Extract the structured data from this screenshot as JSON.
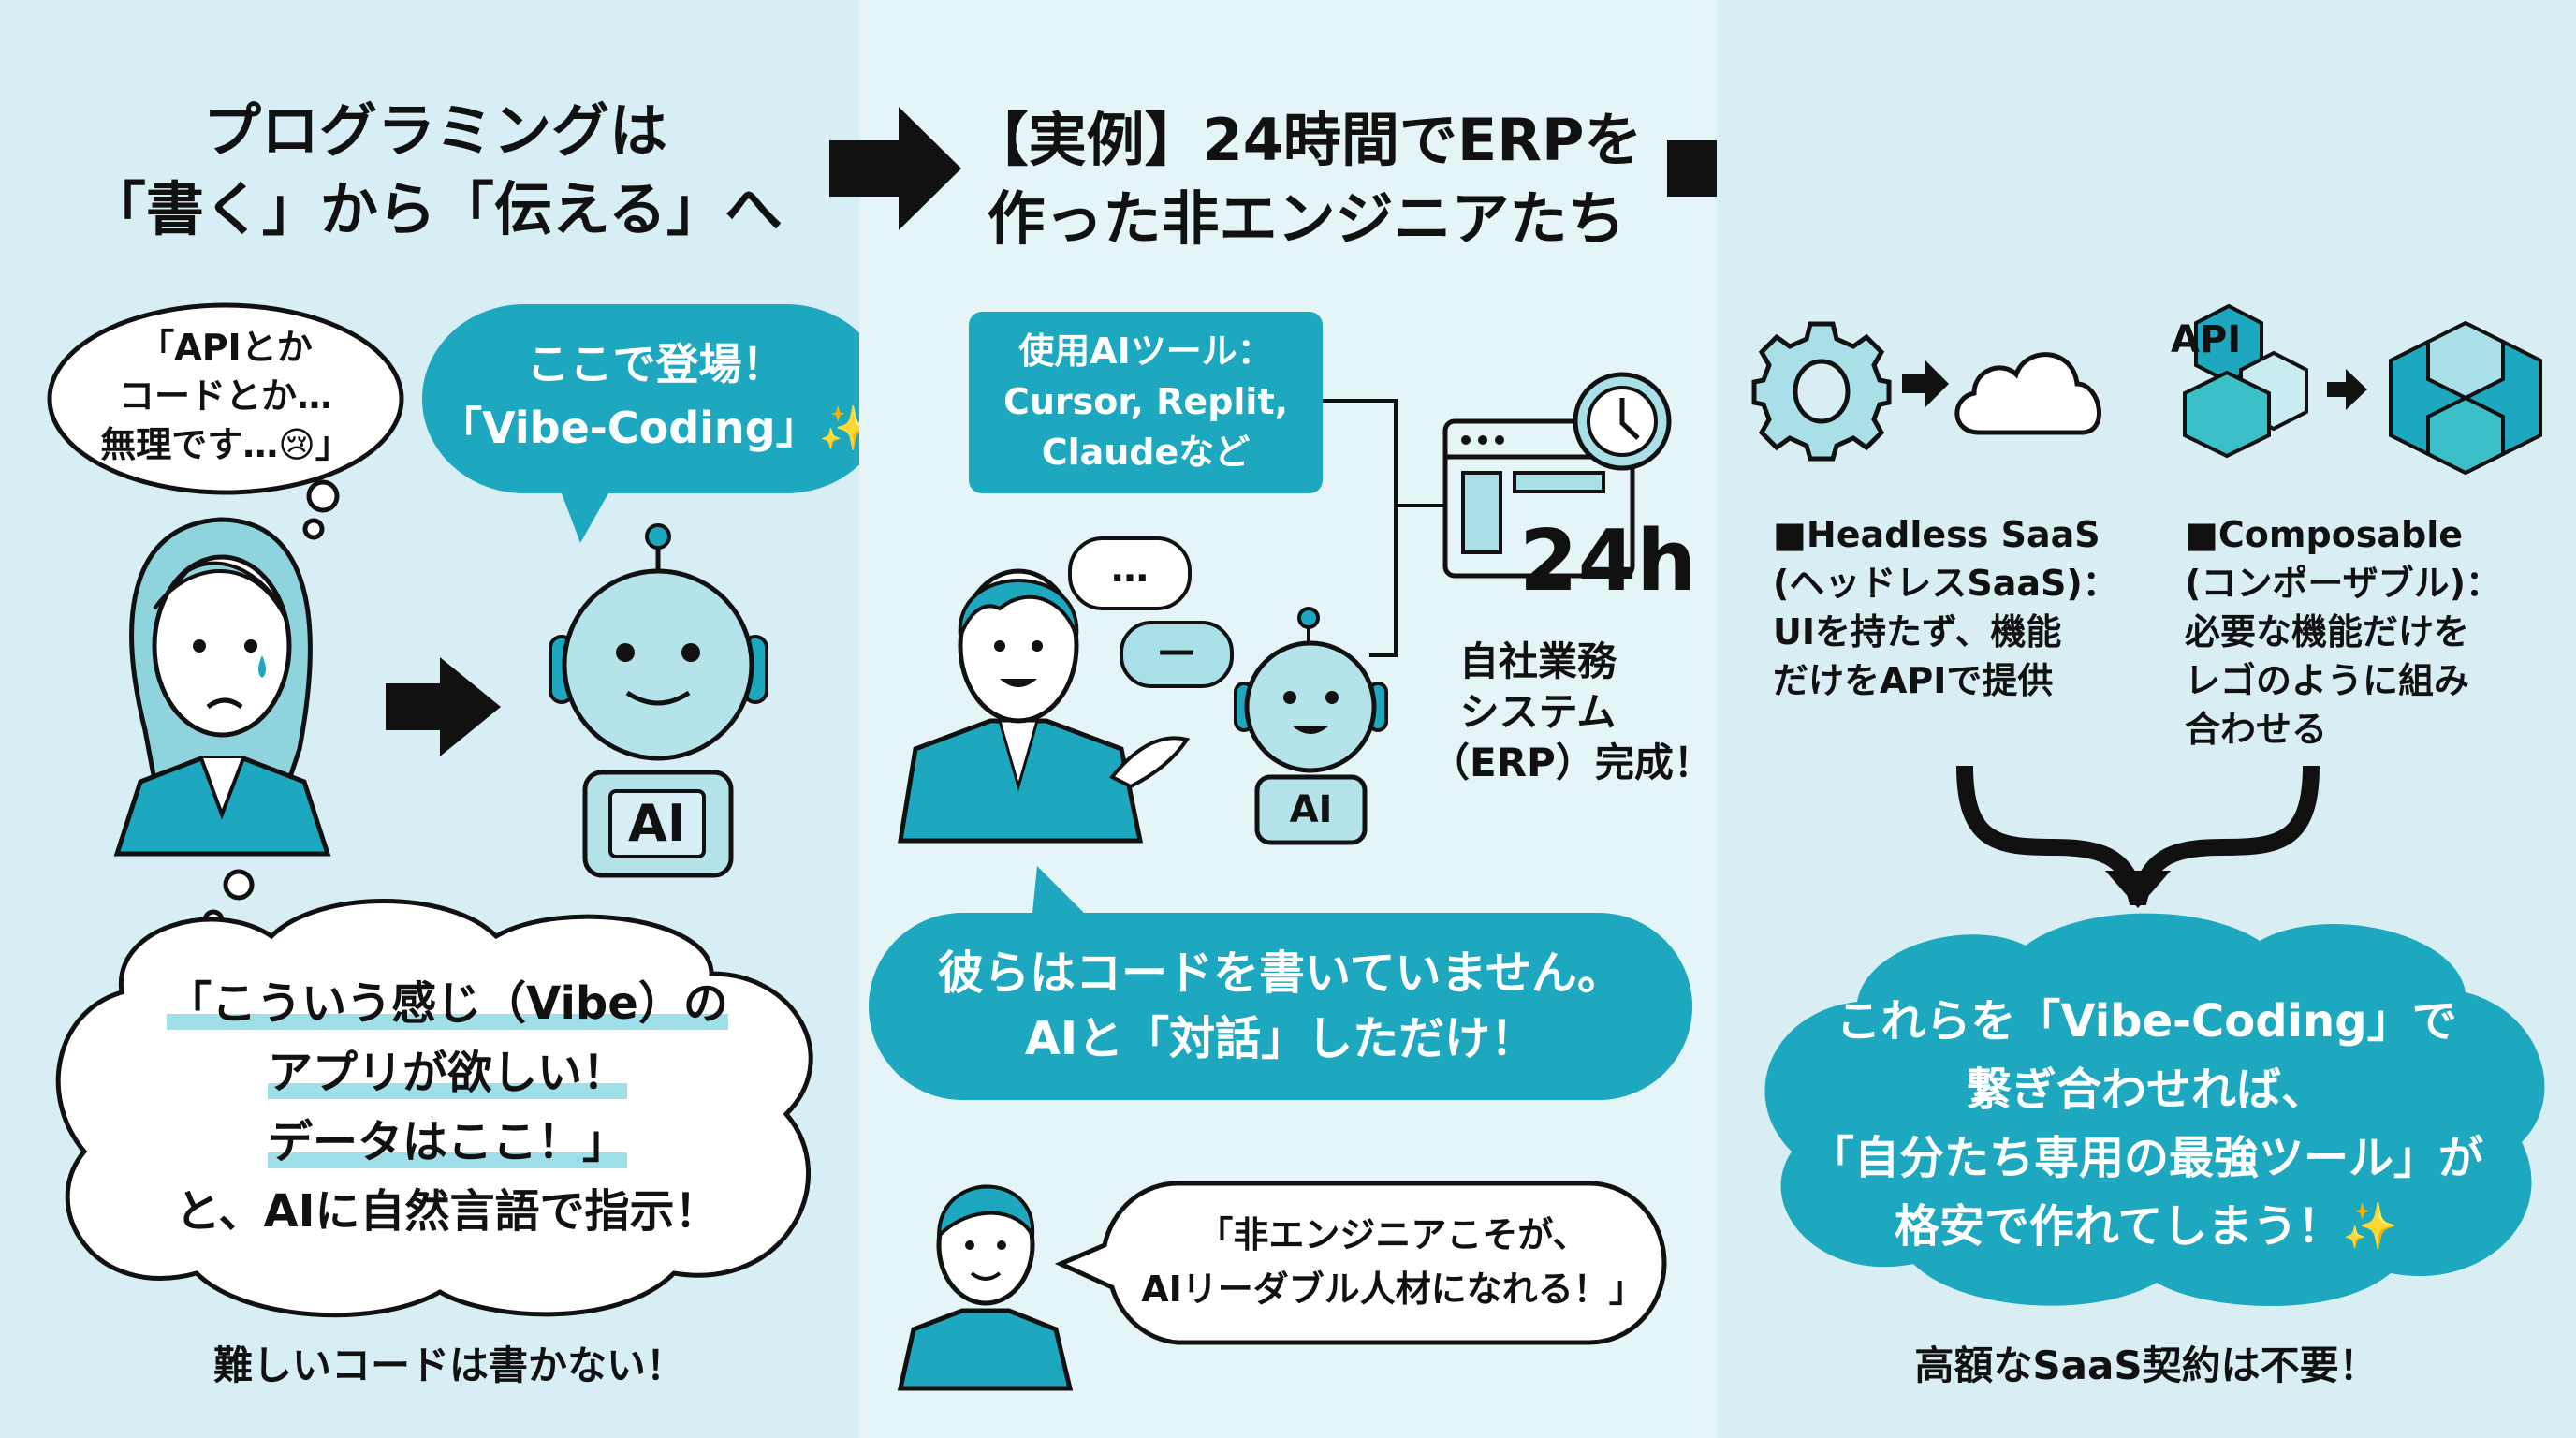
{
  "panel1": {
    "title_lines": [
      "プログラミングは",
      "「書く」から「伝える」へ"
    ],
    "thought_bubble_lines": [
      "「APIとか",
      "コードとか…",
      "無理です…😢」"
    ],
    "teal_bubble_lines": [
      "ここで登場！",
      "「Vibe-Coding」✨"
    ],
    "robot_label": "AI",
    "cloud_lines": [
      "「こういう感じ（Vibe）の",
      "アプリが欲しい！",
      "データはここ！」",
      "と、AIに自然言語で指示！"
    ],
    "footer": "難しいコードは書かない！"
  },
  "panel2": {
    "title_lines": [
      "【実例】24時間でERPを",
      "作った非エンジニアたち"
    ],
    "tools_box_lines": [
      "使用AIツール：",
      "Cursor, Replit,",
      "Claudeなど"
    ],
    "hours_label": "24h",
    "erp_lines": [
      "自社業務",
      "システム",
      "（ERP）完成！"
    ],
    "robot_label": "AI",
    "chat_dots": "…",
    "chat_dash": "—",
    "teal_bubble_lines": [
      "彼らはコードを書いていません。",
      "AIと「対話」しただけ！"
    ],
    "quote_lines": [
      "「非エンジニアこそが、",
      "AIリーダブル人材になれる！」"
    ]
  },
  "panel3": {
    "api_label": "API",
    "headless_lines": [
      "■Headless SaaS",
      "(ヘッドレスSaaS)：",
      "UIを持たず、機能",
      "だけをAPIで提供"
    ],
    "composable_lines": [
      "■Composable",
      "(コンポーザブル)：",
      "必要な機能だけを",
      "レゴのように組み",
      "合わせる"
    ],
    "cloud_lines": [
      "これらを「Vibe-Coding」で",
      "繋ぎ合わせれば、",
      "「自分たち専用の最強ツール」が",
      "格安で作れてしまう！✨"
    ],
    "footer": "高額なSaaS契約は不要！"
  },
  "colors": {
    "teal": "#1ea8bf",
    "light_teal": "#a9dfe6",
    "bg_left": "#d7eff4",
    "bg_mid": "#e5f5f7",
    "bg_right": "#d8eef3"
  }
}
